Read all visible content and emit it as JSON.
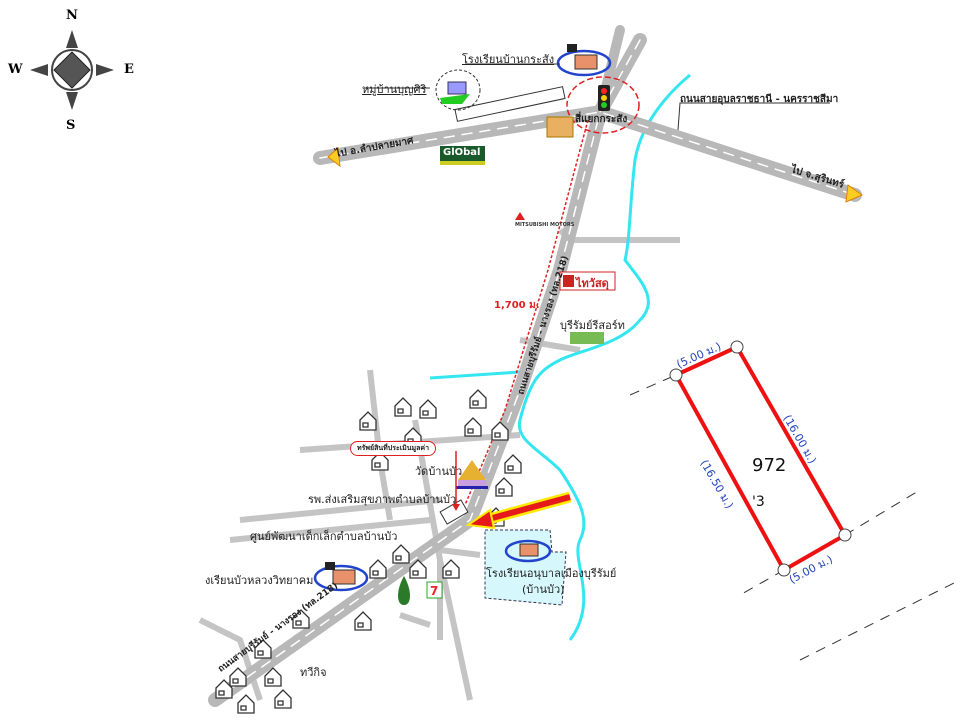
{
  "compass": {
    "n": "N",
    "s": "S",
    "e": "E",
    "w": "W"
  },
  "places": {
    "school_krasang": "โรงเรียนบ้านกระสัง",
    "village_bunsiri": "หมู่บ้านบุญศิริ",
    "junction": "สี่แยกกระสัง",
    "highway": "ถนนสายอุบลราชธานี - นครราชสีมา",
    "to_lamplaimat": "ไป อ.ลำปลายมาศ",
    "to_surin": "ไป จ.สุรินทร์",
    "global_house": "GlObal",
    "mitsubishi": "MITSUBISHI MOTORS",
    "thaiwatsadu": "ไทวัสดุ",
    "resort": "บุรีรัมย์รีสอร์ท",
    "distance": "1,700 ม.",
    "road_218": "ถนนสายบุรีรัมย์ - นางรอง (ทล.218)",
    "property": "ทรัพย์สินที่ประเมินมูลค่า",
    "temple": "วัดบ้านบัว",
    "health_center": "รพ.ส่งเสริมสุขภาพตำบลบ้านบัว",
    "childcare": "ศูนย์พัฒนาเด็กเล็กตำบลบ้านบัว",
    "school_buaruang": "งเรียนบัวหลวงวิทยาคม",
    "school_anuban": "โรงเรียนอนุบาลเมืองบุรีรัมย์",
    "school_anuban_sub": "(บ้านบัว)",
    "market": "ทวีกิจ"
  },
  "parcel": {
    "number": "972",
    "partial_label": "'3",
    "top_side": "(5.00 ม.)",
    "right_side": "(16.00 ม.)",
    "left_side": "(16.50 ม.)",
    "bottom_side": "(5.00 ม.)",
    "border_color": "#ee1111"
  },
  "colors": {
    "road": "#b8b8b8",
    "river": "#33e6f0",
    "arrow": "#ee1111"
  }
}
